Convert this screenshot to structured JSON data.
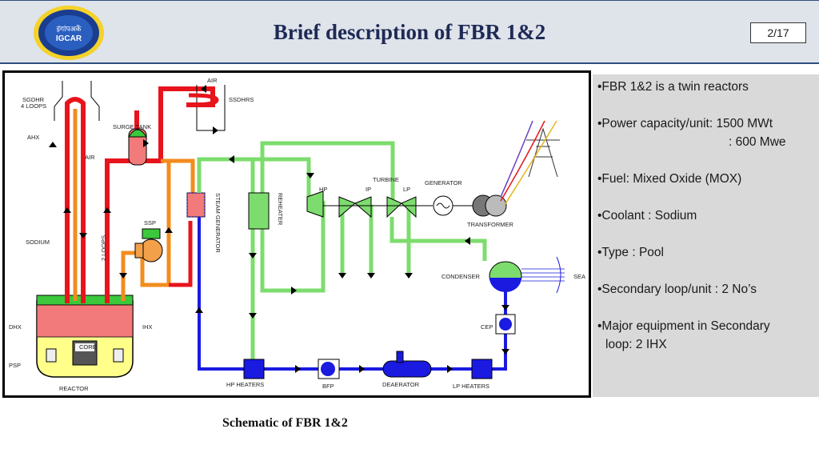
{
  "header": {
    "title": "Brief description of FBR 1&2",
    "page_indicator": "2/17",
    "logo_text": "इंगांपअकें IGCAR"
  },
  "diagram": {
    "labels": {
      "sgdhr": "SGDHR",
      "loops4": "4 LOOPS",
      "air_top": "AIR",
      "ssdhrs": "SSDHRS",
      "surge_tank": "SURGE TANK",
      "ahx": "AHX",
      "air": "AIR",
      "steam_generator": "STEAM GENERATOR",
      "reheater": "REHEATER",
      "turbine": "TURBINE",
      "hp": "HP",
      "ip": "IP",
      "lp": "LP",
      "generator": "GENERATOR",
      "transformer": "TRANSFORMER",
      "ssp": "SSP",
      "sodium": "SODIUM",
      "loops2": "2 LOOPS",
      "condenser": "CONDENSER",
      "sea": "SEA",
      "dhx": "DHX",
      "ihx": "IHX",
      "psp": "PSP",
      "core": "CORE",
      "cep": "CEP",
      "reactor": "REACTOR",
      "hp_heaters": "HP HEATERS",
      "bfp": "BFP",
      "deaerator": "DEAERATOR",
      "lp_heaters": "LP HEATERS"
    }
  },
  "bullets": [
    {
      "text": "•FBR 1&2 is a twin reactors"
    },
    {
      "text": "•Power capacity/unit: 1500 MWt"
    },
    {
      "text": ": 600 Mwe"
    },
    {
      "text": "•Fuel: Mixed Oxide (MOX)"
    },
    {
      "text": "•Coolant : Sodium"
    },
    {
      "text": "•Type : Pool"
    },
    {
      "text": "•Secondary loop/unit : 2 No’s"
    },
    {
      "text": "•Major equipment in Secondary"
    },
    {
      "text": "loop: 2 IHX"
    }
  ],
  "caption": "Schematic of  FBR 1&2",
  "colors": {
    "primary_sodium": "#e8141c",
    "secondary_sodium": "#f28c1e",
    "steam": "#7ddc6e",
    "feedwater": "#1a1ae0",
    "header_border": "#2f4e7e",
    "panel": "#d9d9d9"
  }
}
